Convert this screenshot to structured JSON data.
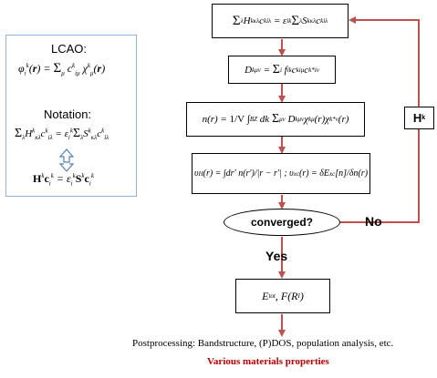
{
  "side_panel": {
    "heading": "LCAO:",
    "lcao_formula": "φᵢᵏ(r) = Σμ cᵏᵢμ χᵏμ(r)",
    "notation_heading": "Notation:",
    "notation_formula": "Σλ Hᵏκλ cᵏᵢλ = εᵢᵏ Σλ Sᵏκλ cᵏᵢλ",
    "matrix_formula": "Hᵏcᵢᵏ = εᵢᵏ Sᵏcᵢᵏ"
  },
  "flow": {
    "box1": "Σλ Hᵏκλ cᵏiλ = εᵢᵏ Σλ Sᵏκλ cᵏiλ",
    "box2": "Dᵏμν = Σᵢ fᵢᵏ cᵏiμ cᵏ*iν",
    "box3": "n(r) = (1/V) ∫BZ dk Σμν Dᵏμν χᵏμ(r) χᵏ*ν(r)",
    "box4": "υH(r) = ∫ dr' n(r')/|r − r'| ; υxc(r) = δExc[n]/δn(r)",
    "converged": "converged?",
    "no_label": "No",
    "yes_label": "Yes",
    "h_box": "Hᵏ",
    "box5": "Etot, F(RI)"
  },
  "postprocessing": "Postprocessing: Bandstructure, (P)DOS, population analysis, etc.",
  "materials_properties": "Various materials properties",
  "colors": {
    "arrow": "#c0504d",
    "panel_border": "#8db3e2",
    "double_arrow": "#4f81bd",
    "properties_text": "#c00000"
  }
}
